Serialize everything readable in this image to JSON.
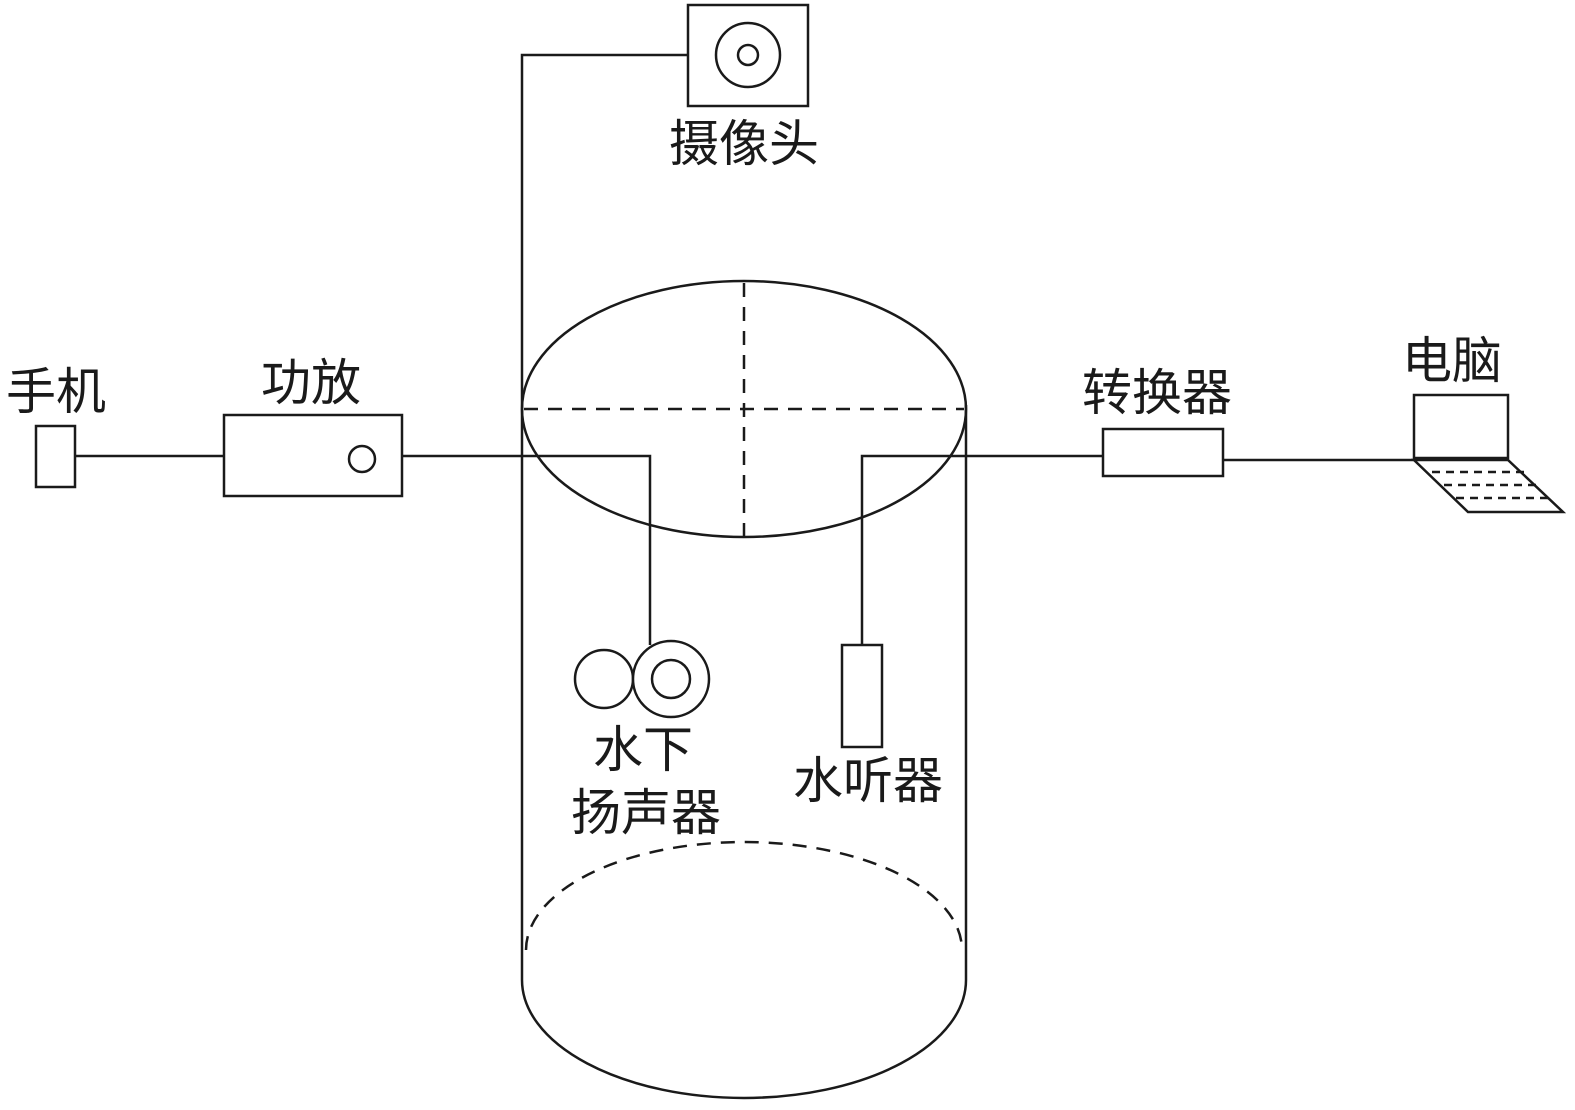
{
  "labels": {
    "phone": "手机",
    "amplifier": "功放",
    "camera": "摄像头",
    "converter": "转换器",
    "computer": "电脑",
    "speaker_line1": "水下",
    "speaker_line2": "扬声器",
    "hydrophone": "水听器"
  }
}
